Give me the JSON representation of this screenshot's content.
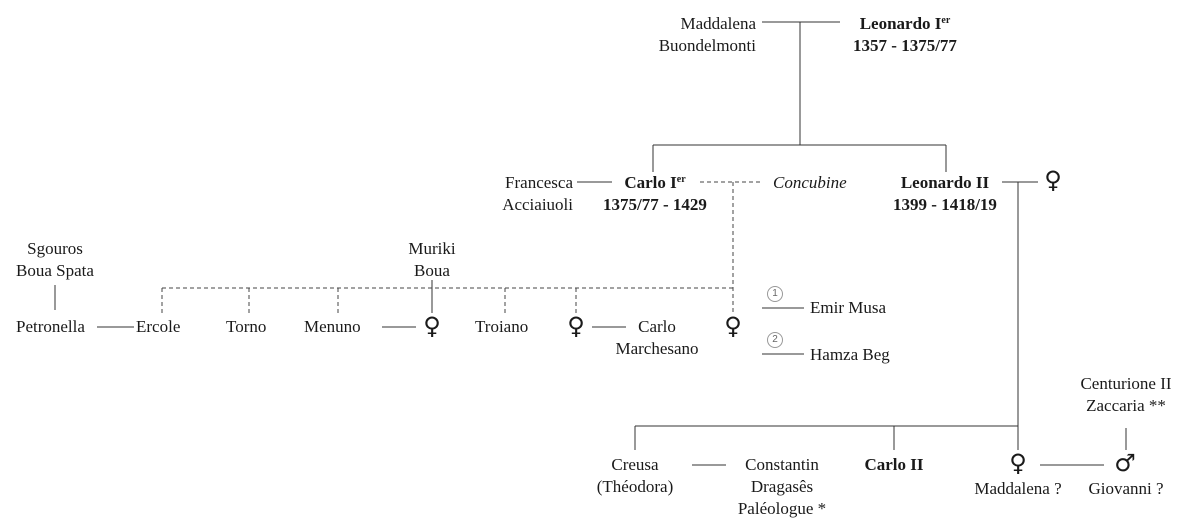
{
  "tree": {
    "maddalena_buondelmonti": [
      "Maddalena",
      "Buondelmonti"
    ],
    "leonardo_i": {
      "name": "Leonardo I",
      "sup": "er",
      "dates": "1357 - 1375/77"
    },
    "francesca_acciaiuoli": [
      "Francesca",
      "Acciaiuoli"
    ],
    "carlo_i": {
      "name": "Carlo I",
      "sup": "er",
      "dates": "1375/77 - 1429"
    },
    "concubine": "Concubine",
    "leonardo_ii": {
      "name": "Leonardo II",
      "dates": "1399 - 1418/19"
    },
    "sgouros": [
      "Sgouros",
      "Boua Spata"
    ],
    "muriki": [
      "Muriki",
      "Boua"
    ],
    "petronella": "Petronella",
    "ercole": "Ercole",
    "torno": "Torno",
    "menuno": "Menuno",
    "troiano": "Troiano",
    "carlo_marchesano": [
      "Carlo",
      "Marchesano"
    ],
    "emir_musa": "Emir Musa",
    "hamza_beg": "Hamza Beg",
    "marriage_1": "1",
    "marriage_2": "2",
    "centurione": [
      "Centurione II",
      "Zaccaria **"
    ],
    "creusa": [
      "Creusa",
      "(Théodora)"
    ],
    "constantin": [
      "Constantin",
      "Dragasês",
      "Paléologue *"
    ],
    "carlo_ii": "Carlo II",
    "maddalena_q": "Maddalena ?",
    "giovanni_q": "Giovanni ?"
  },
  "symbols": {
    "female": "♀",
    "male": "♂"
  }
}
